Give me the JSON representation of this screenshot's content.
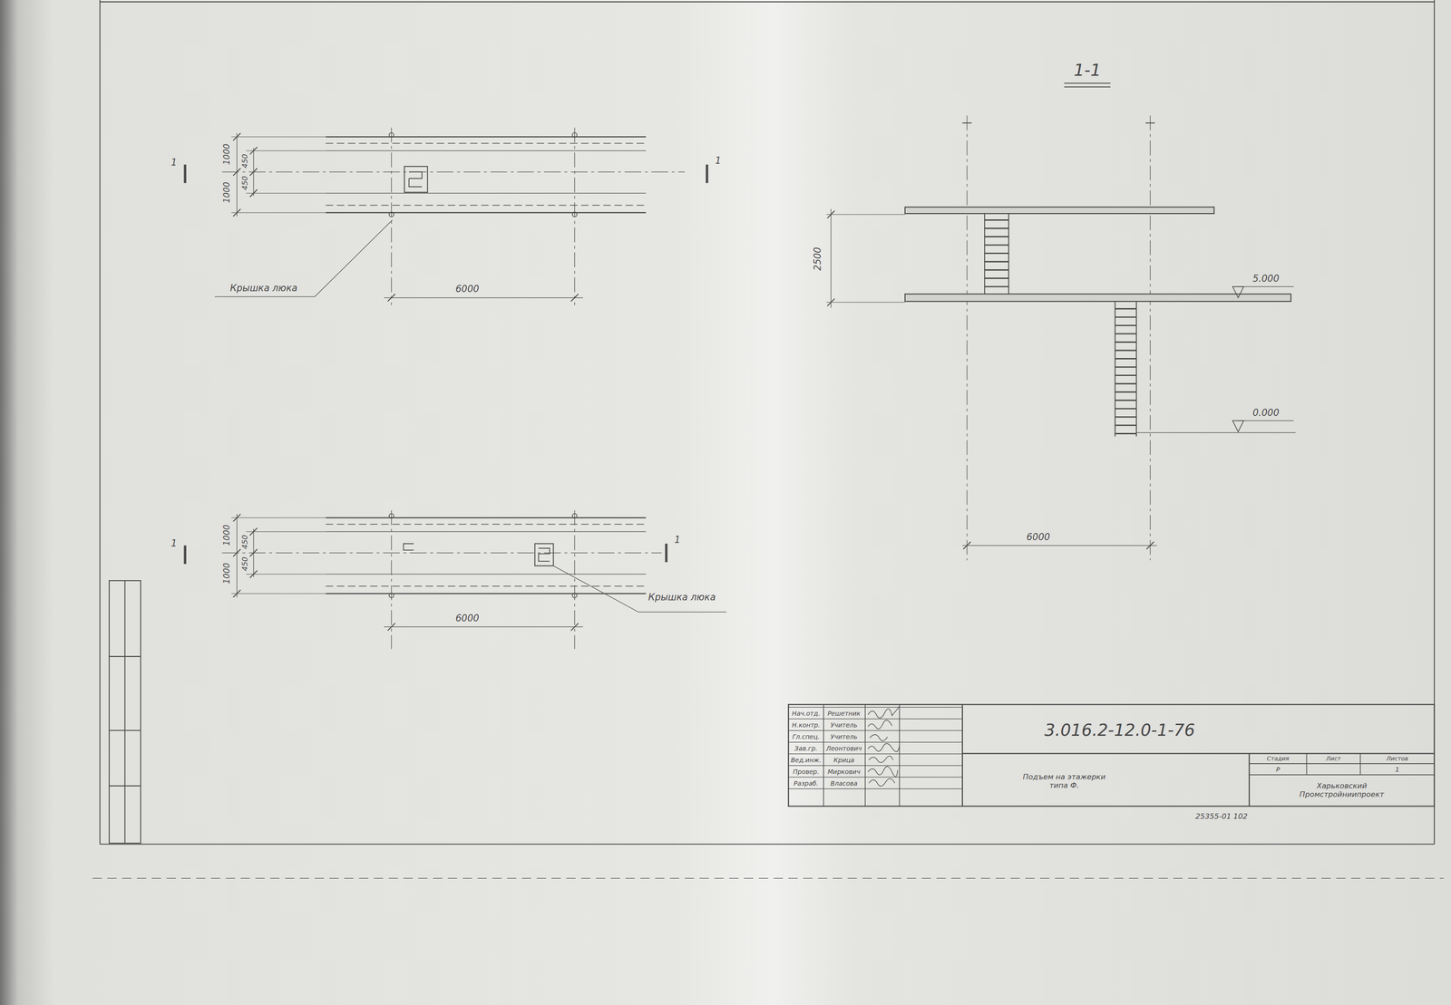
{
  "diagram": {
    "labels": [
      "1",
      "1",
      "1000",
      "1000",
      "450",
      "450",
      "Крышка люка",
      "6000",
      "1-1",
      "2500",
      "5.000",
      "0.000",
      "6000",
      "1",
      "1",
      "1000",
      "1000",
      "450",
      "450",
      "6000",
      "Крышка люка",
      "Нач.отд.",
      "Решетник",
      "Н.контр.",
      "Учитель",
      "Гл.спец.",
      "Учитель",
      "Зав.гр.",
      "Леонтович",
      "Вед.инж.",
      "Крица",
      "Провер.",
      "Миркович",
      "Разраб.",
      "Власова",
      "3.016.2-12.0-1-76",
      "Стадия",
      "Лист",
      "Листов",
      "Р",
      "1",
      "Подъем на этажерки типа Ф.",
      "Харьковский Промстройниипроект",
      "25355-01 102"
    ]
  }
}
